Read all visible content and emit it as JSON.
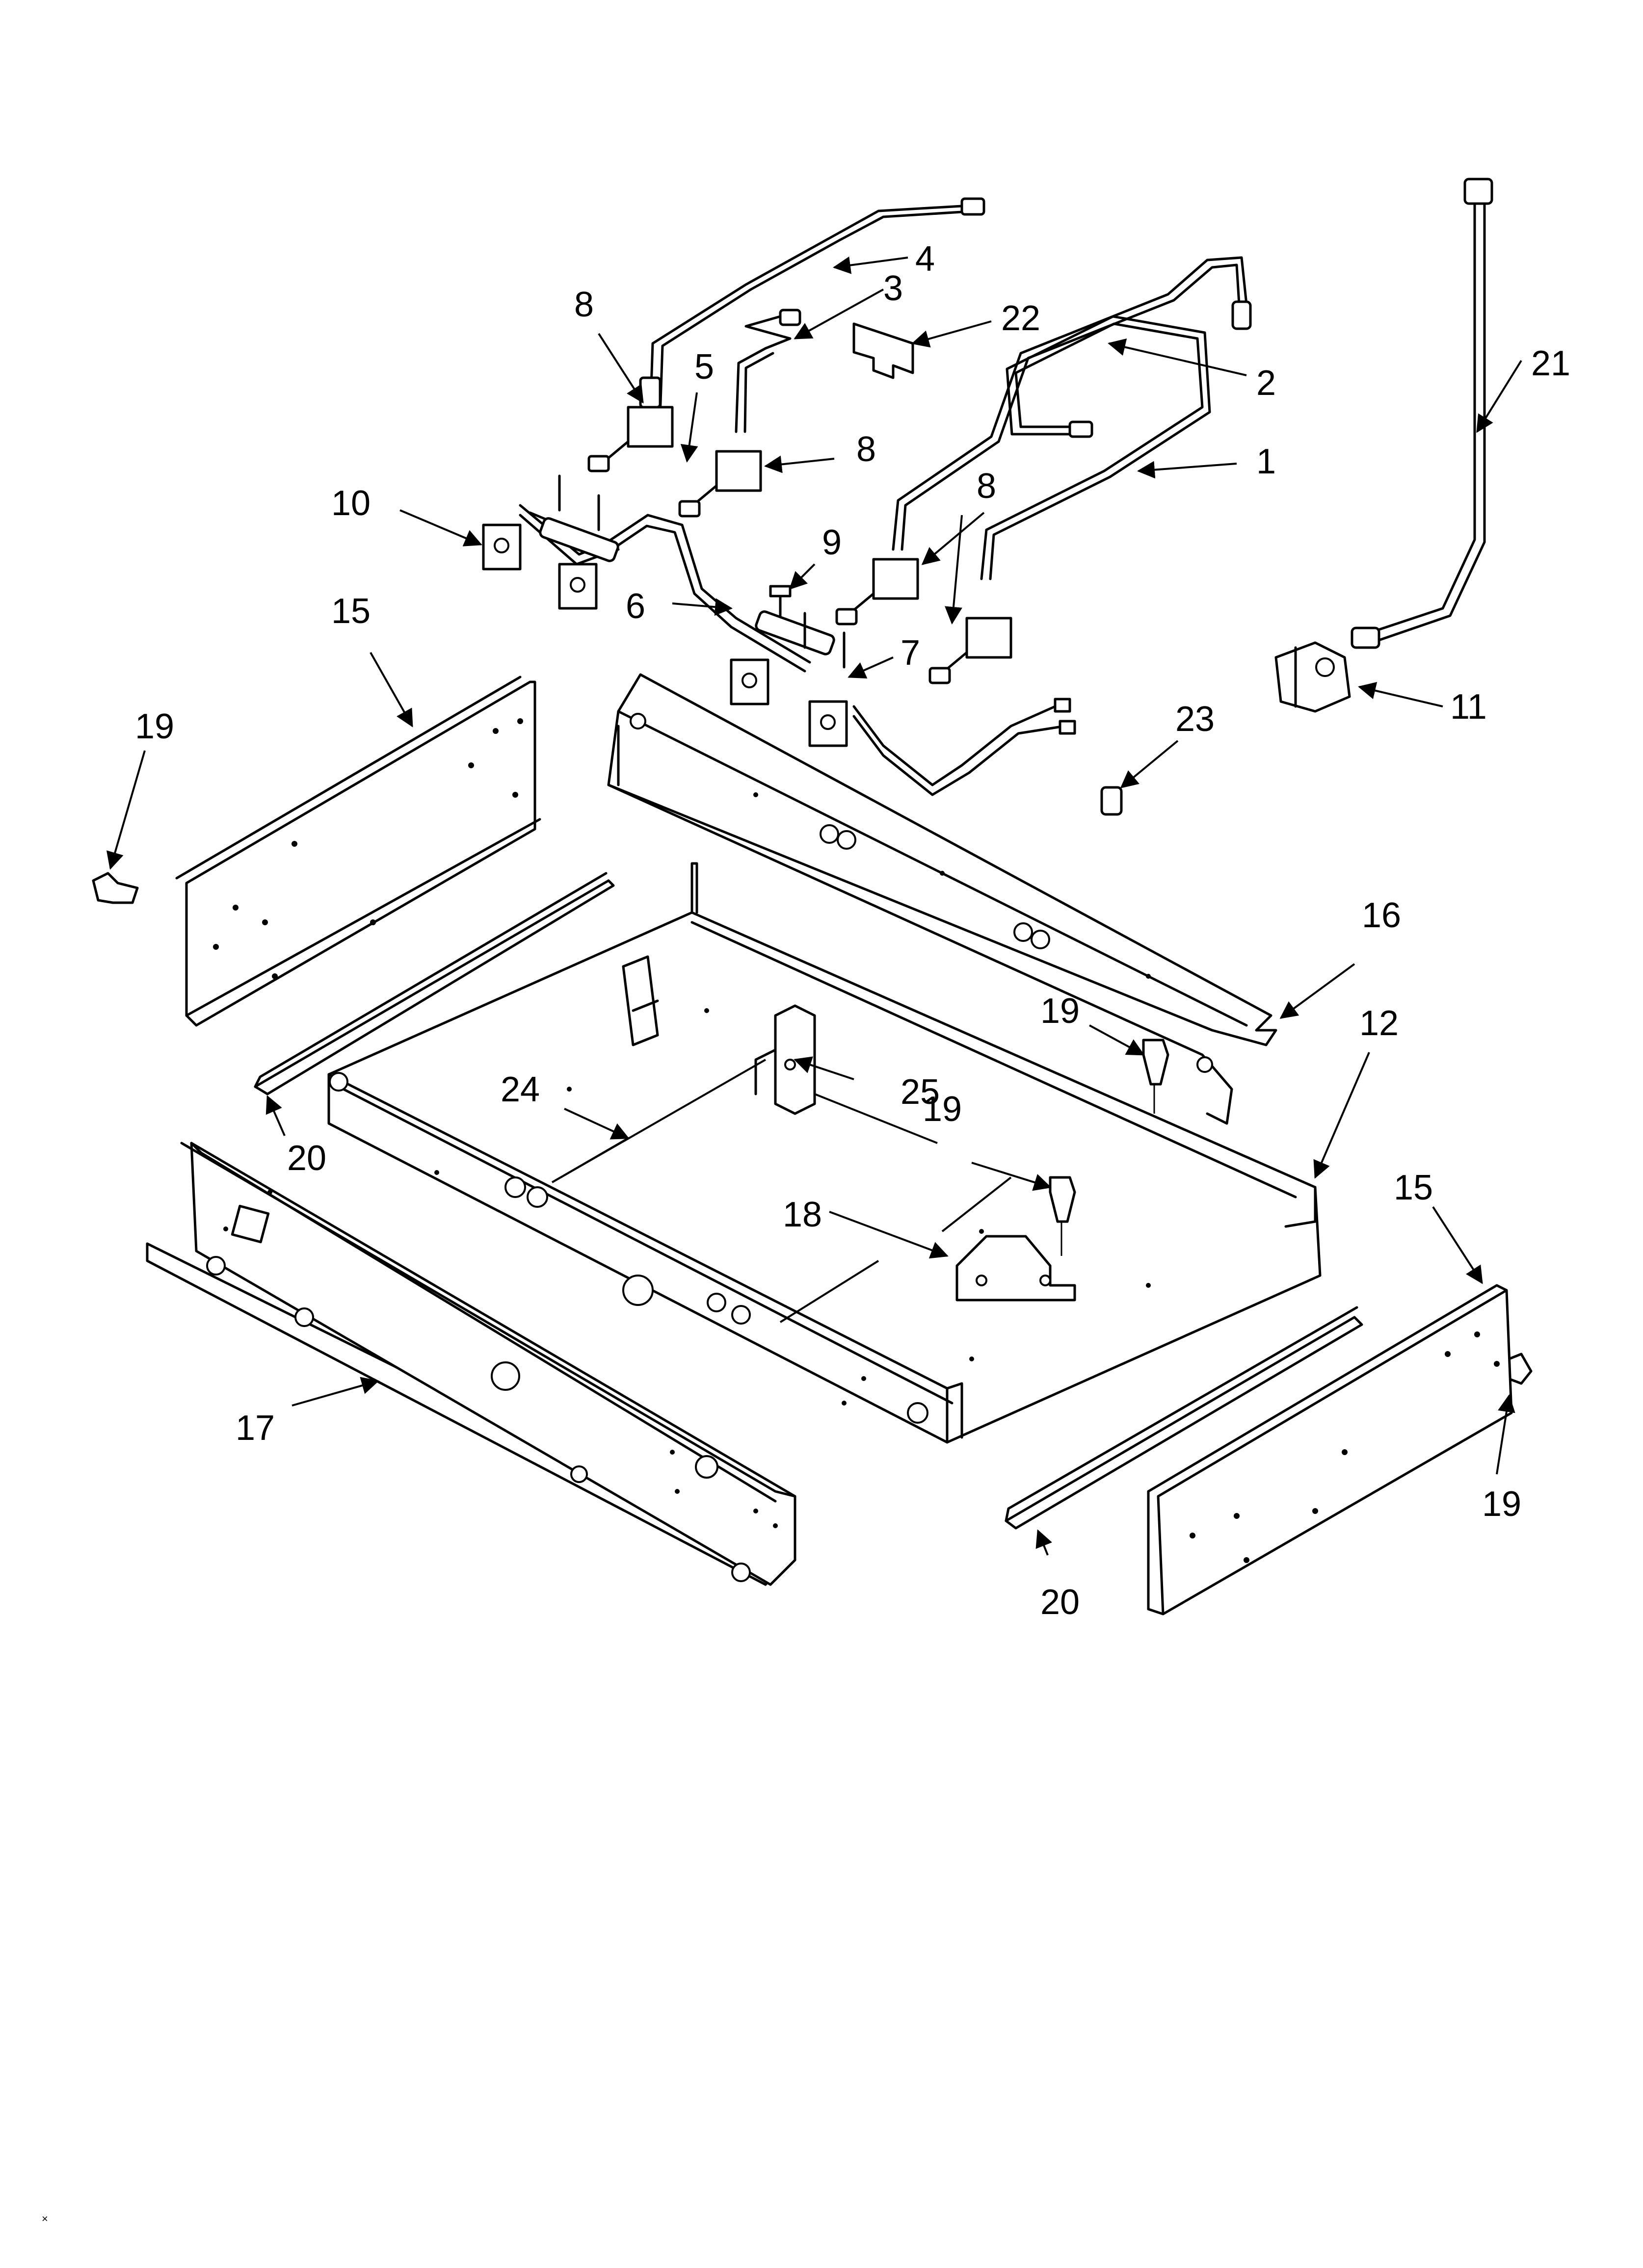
{
  "diagram": {
    "callouts": {
      "c1": "1",
      "c2": "2",
      "c3": "3",
      "c4": "4",
      "c5": "5",
      "c6": "6",
      "c7": "7",
      "c8a": "8",
      "c8b": "8",
      "c8c": "8",
      "c9": "9",
      "c10": "10",
      "c11": "11",
      "c12": "12",
      "c15a": "15",
      "c15b": "15",
      "c16": "16",
      "c17": "17",
      "c18": "18",
      "c19a": "19",
      "c19b": "19",
      "c19c": "19",
      "c19d": "19",
      "c20a": "20",
      "c20b": "20",
      "c21": "21",
      "c22": "22",
      "c23": "23",
      "c24": "24",
      "c25": "25"
    },
    "corner_mark": "×"
  }
}
